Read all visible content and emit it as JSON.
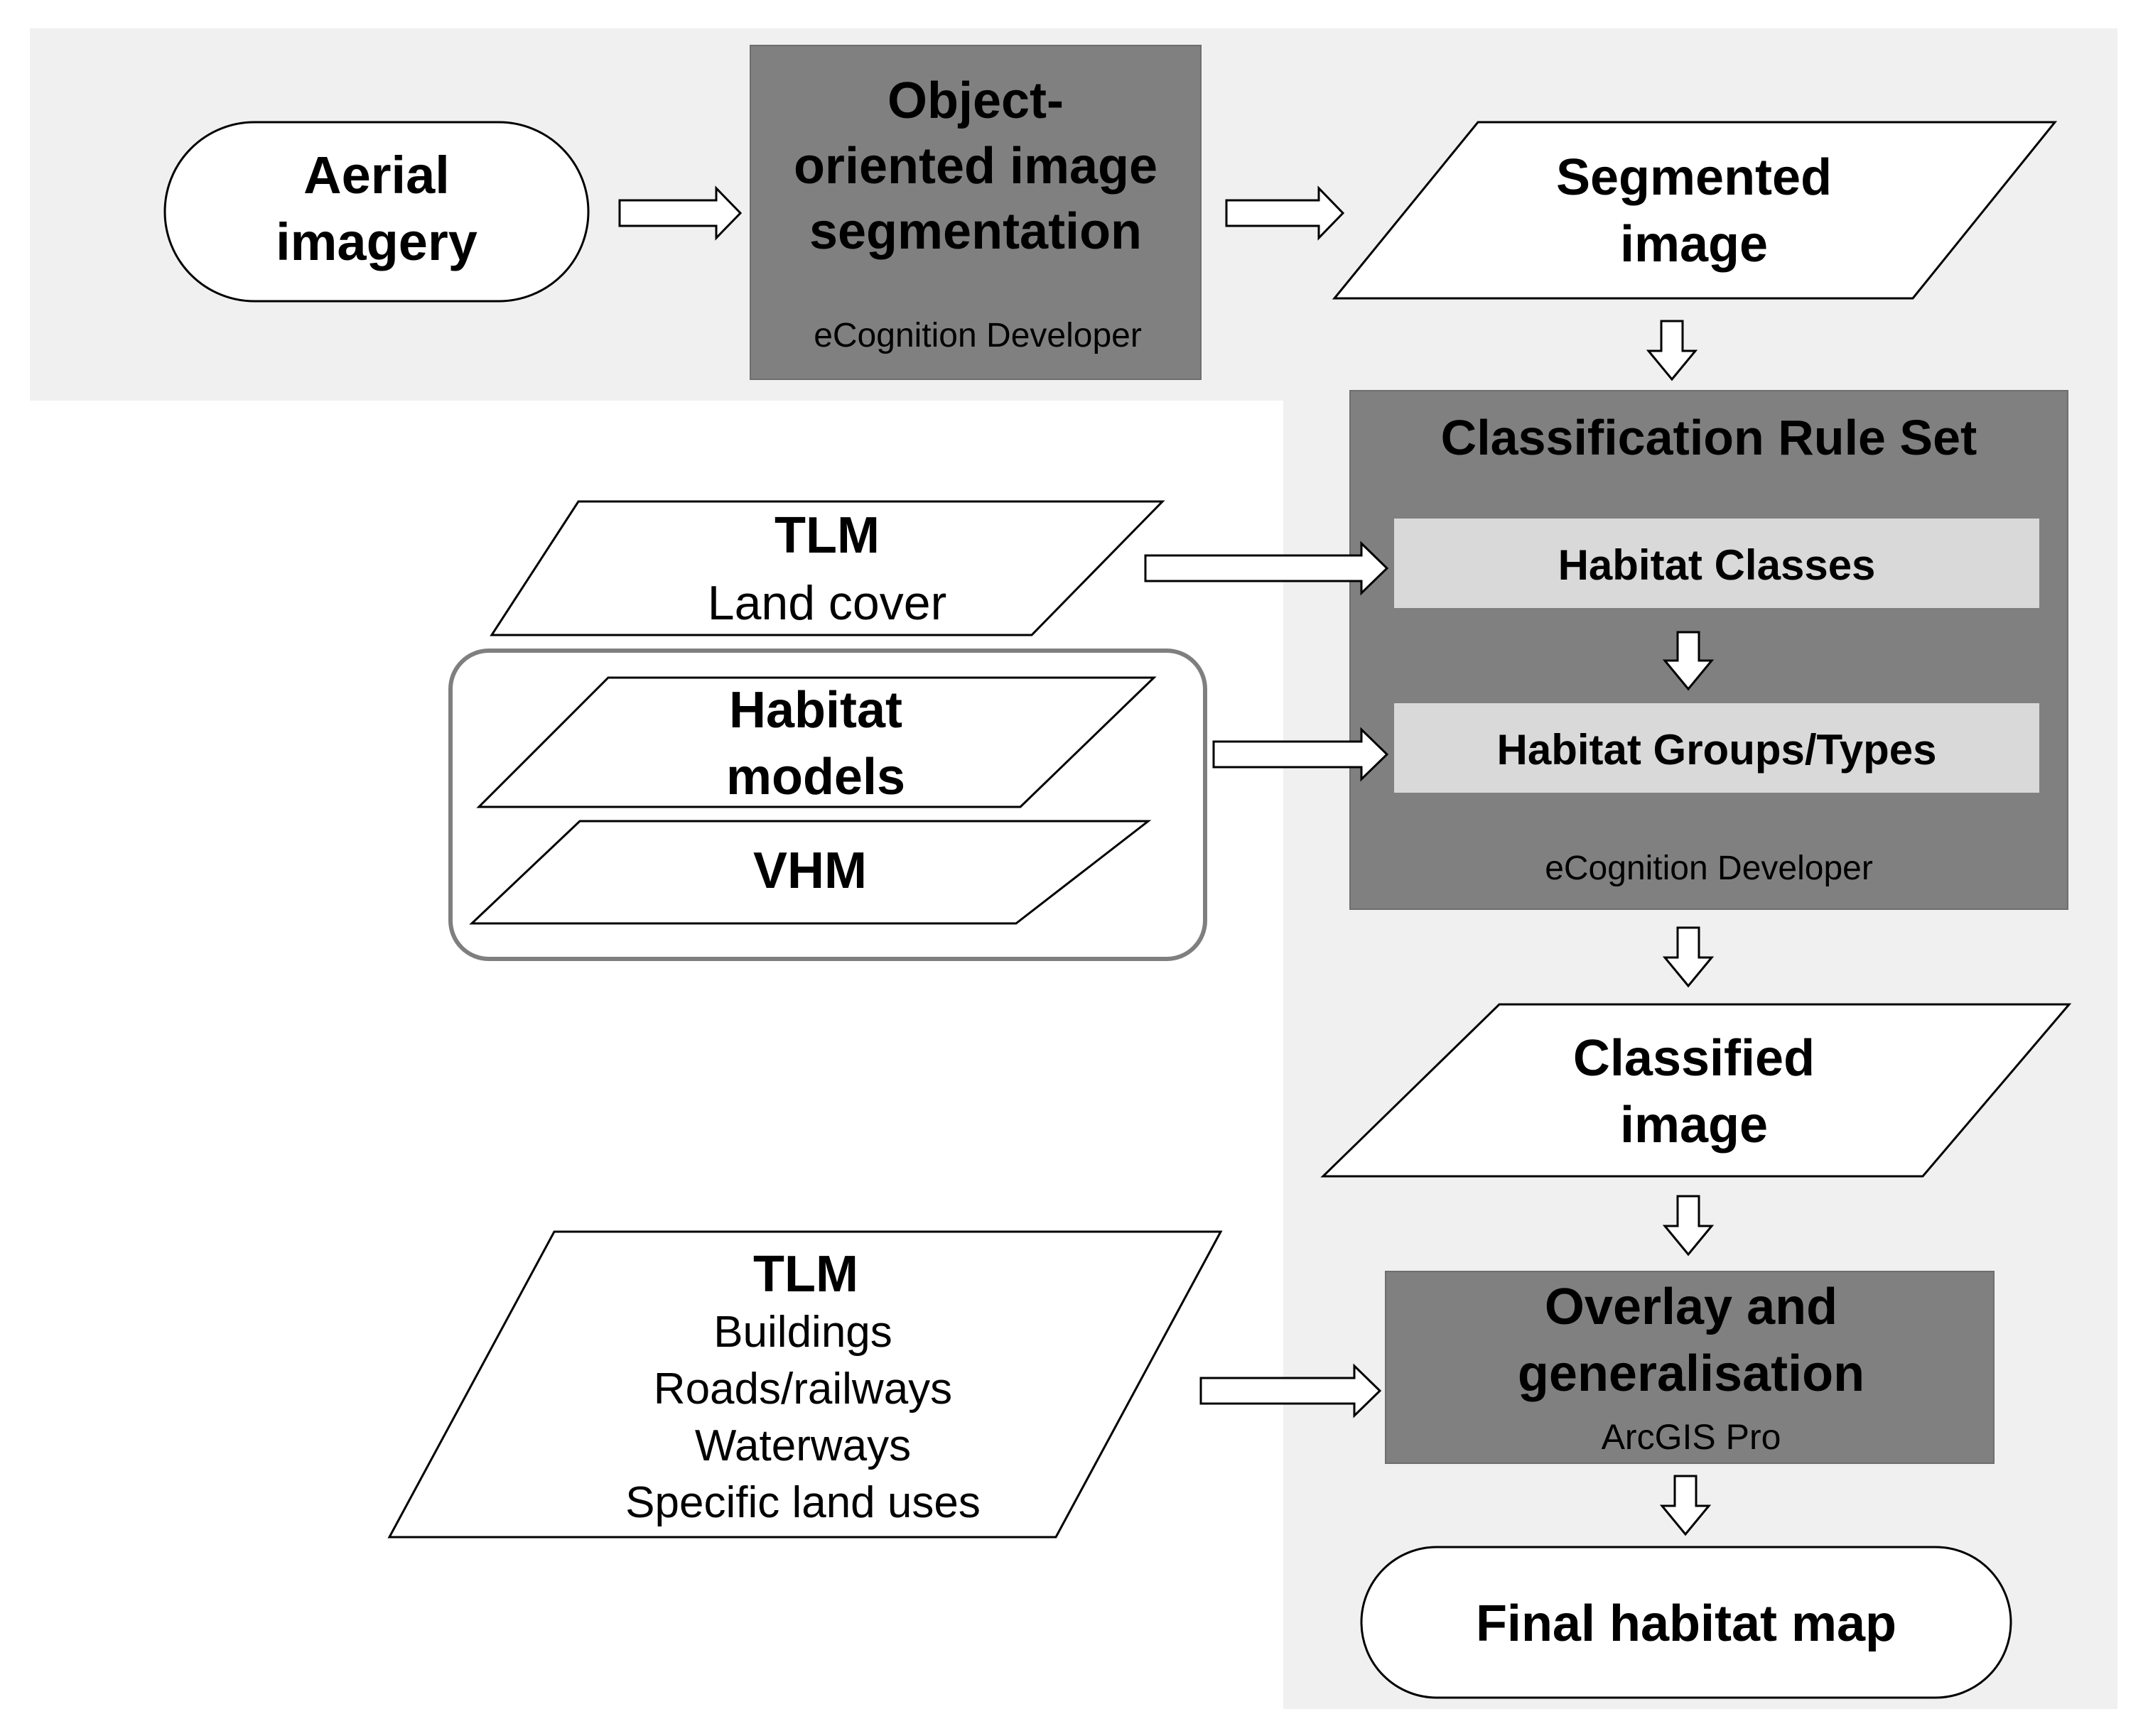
{
  "colors": {
    "background_panel": "#f0f0f0",
    "process_box": "#808080",
    "inner_box": "#d9d9d9",
    "shape_fill": "#ffffff",
    "outline": "#000000",
    "group_outline": "#7f7f7f"
  },
  "aerial_imagery": {
    "line1": "Aerial",
    "line2": "imagery"
  },
  "segmentation": {
    "line1": "Object-",
    "line2": "oriented image",
    "line3": "segmentation",
    "software": "eCognition  Developer"
  },
  "segmented_image": {
    "line1": "Segmented",
    "line2": "image"
  },
  "rule_set": {
    "title": "Classification Rule Set",
    "habitat_classes": "Habitat  Classes",
    "habitat_groups": "Habitat  Groups/Types",
    "software": "eCognition  Developer"
  },
  "tlm_land_cover": {
    "title": "TLM",
    "subtitle": "Land cover"
  },
  "habitat_models": {
    "line1": "Habitat",
    "line2": "models"
  },
  "vhm": {
    "label": "VHM"
  },
  "classified_image": {
    "line1": "Classified",
    "line2": "image"
  },
  "tlm_features": {
    "title": "TLM",
    "items": [
      "Buildings",
      "Roads/railways",
      "Waterways",
      "Specific land uses"
    ]
  },
  "overlay": {
    "line1": "Overlay and",
    "line2": "generalisation",
    "software": "ArcGIS Pro"
  },
  "final_map": {
    "label": "Final habitat map"
  }
}
